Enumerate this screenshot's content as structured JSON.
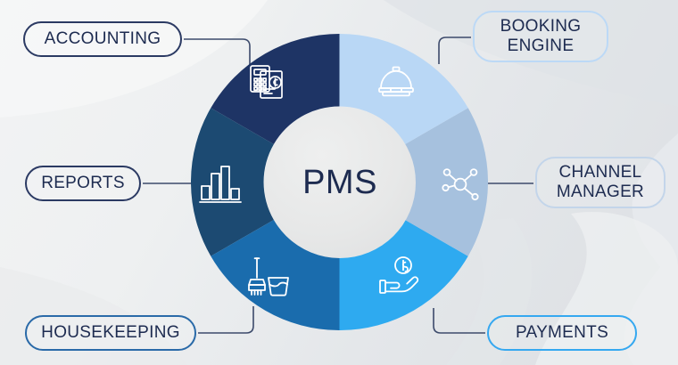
{
  "graphic": {
    "title": "PMS hotel management modules wheel",
    "hub_label": "PMS",
    "background": {
      "gradient_from": "#f2f3f4",
      "gradient_to": "#dcdfe3",
      "wave_color": "#e3e6ea"
    }
  },
  "wheel": {
    "type": "donut",
    "segments": [
      {
        "id": "accounting",
        "label": "ACCOUNTING",
        "icon": "calculator-invoice-dollar-icon",
        "color": "#1e3465",
        "start_angle": -90,
        "end_angle": -30,
        "share_percent": 16.67,
        "side": "left"
      },
      {
        "id": "booking-engine",
        "label": "BOOKING\nENGINE",
        "icon": "service-bell-icon",
        "color": "#b9d7f5",
        "start_angle": -90,
        "end_angle": -150,
        "share_percent": 16.67,
        "side": "right"
      },
      {
        "id": "channel-manager",
        "label": "CHANNEL\nMANAGER",
        "icon": "network-nodes-icon",
        "color": "#a6c1de",
        "start_angle": -30,
        "end_angle": 30,
        "share_percent": 16.67,
        "side": "right"
      },
      {
        "id": "payments",
        "label": "PAYMENTS",
        "icon": "hand-holding-dollar-icon",
        "color": "#2eaaf0",
        "start_angle": 30,
        "end_angle": 90,
        "share_percent": 16.67,
        "side": "right"
      },
      {
        "id": "housekeeping",
        "label": "HOUSEKEEPING",
        "icon": "broom-bucket-icon",
        "color": "#1a6cad",
        "start_angle": 90,
        "end_angle": 150,
        "share_percent": 16.67,
        "side": "left"
      },
      {
        "id": "reports",
        "label": "REPORTS",
        "icon": "bar-chart-icon",
        "color": "#1c4a72",
        "start_angle": 150,
        "end_angle": 210,
        "share_percent": 16.67,
        "side": "left"
      }
    ],
    "hub": {
      "label": "PMS",
      "fill": "#e7e8e8",
      "text_color": "#1d2b50"
    }
  },
  "chart_data": {
    "type": "pie",
    "title": "PMS",
    "categories": [
      "ACCOUNTING",
      "BOOKING ENGINE",
      "CHANNEL MANAGER",
      "PAYMENTS",
      "HOUSEKEEPING",
      "REPORTS"
    ],
    "values": [
      16.67,
      16.67,
      16.67,
      16.67,
      16.67,
      16.67
    ],
    "colors": [
      "#1e3465",
      "#b9d7f5",
      "#a6c1de",
      "#2eaaf0",
      "#1a6cad",
      "#1c4a72"
    ],
    "legend_position": "around-chart",
    "xlabel": "",
    "ylabel": ""
  }
}
